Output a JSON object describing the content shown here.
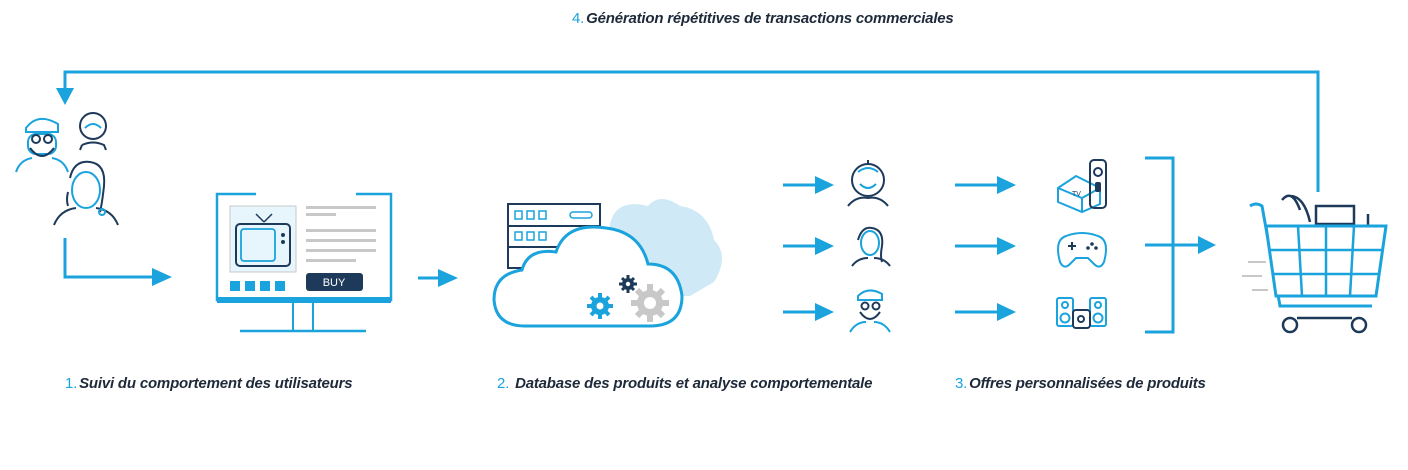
{
  "steps": {
    "step1": {
      "number": "1.",
      "text": "Suivi du comportement des utilisateurs"
    },
    "step2": {
      "number": "2.",
      "text": " Database des produits et analyse comportementale"
    },
    "step3": {
      "number": "3.",
      "text": "Offres personnalisées de produits"
    },
    "step4": {
      "number": "4.",
      "text": "Génération répétitives de transactions commerciales"
    }
  },
  "monitor": {
    "buy_label": "BUY"
  },
  "products": {
    "tv_box_label": "TV"
  },
  "colors": {
    "accent": "#1aa3dc",
    "dark": "#1e3a5a",
    "gray": "#c8c8c8",
    "cloud_back": "#cfe9f6"
  },
  "icons": [
    "man-with-beard-icon",
    "astronaut-icon",
    "woman-icon",
    "monitor-icon",
    "server-cloud-icon",
    "gear-icon",
    "tv-box-icon",
    "gamepad-icon",
    "speakers-icon",
    "shopping-cart-icon"
  ]
}
